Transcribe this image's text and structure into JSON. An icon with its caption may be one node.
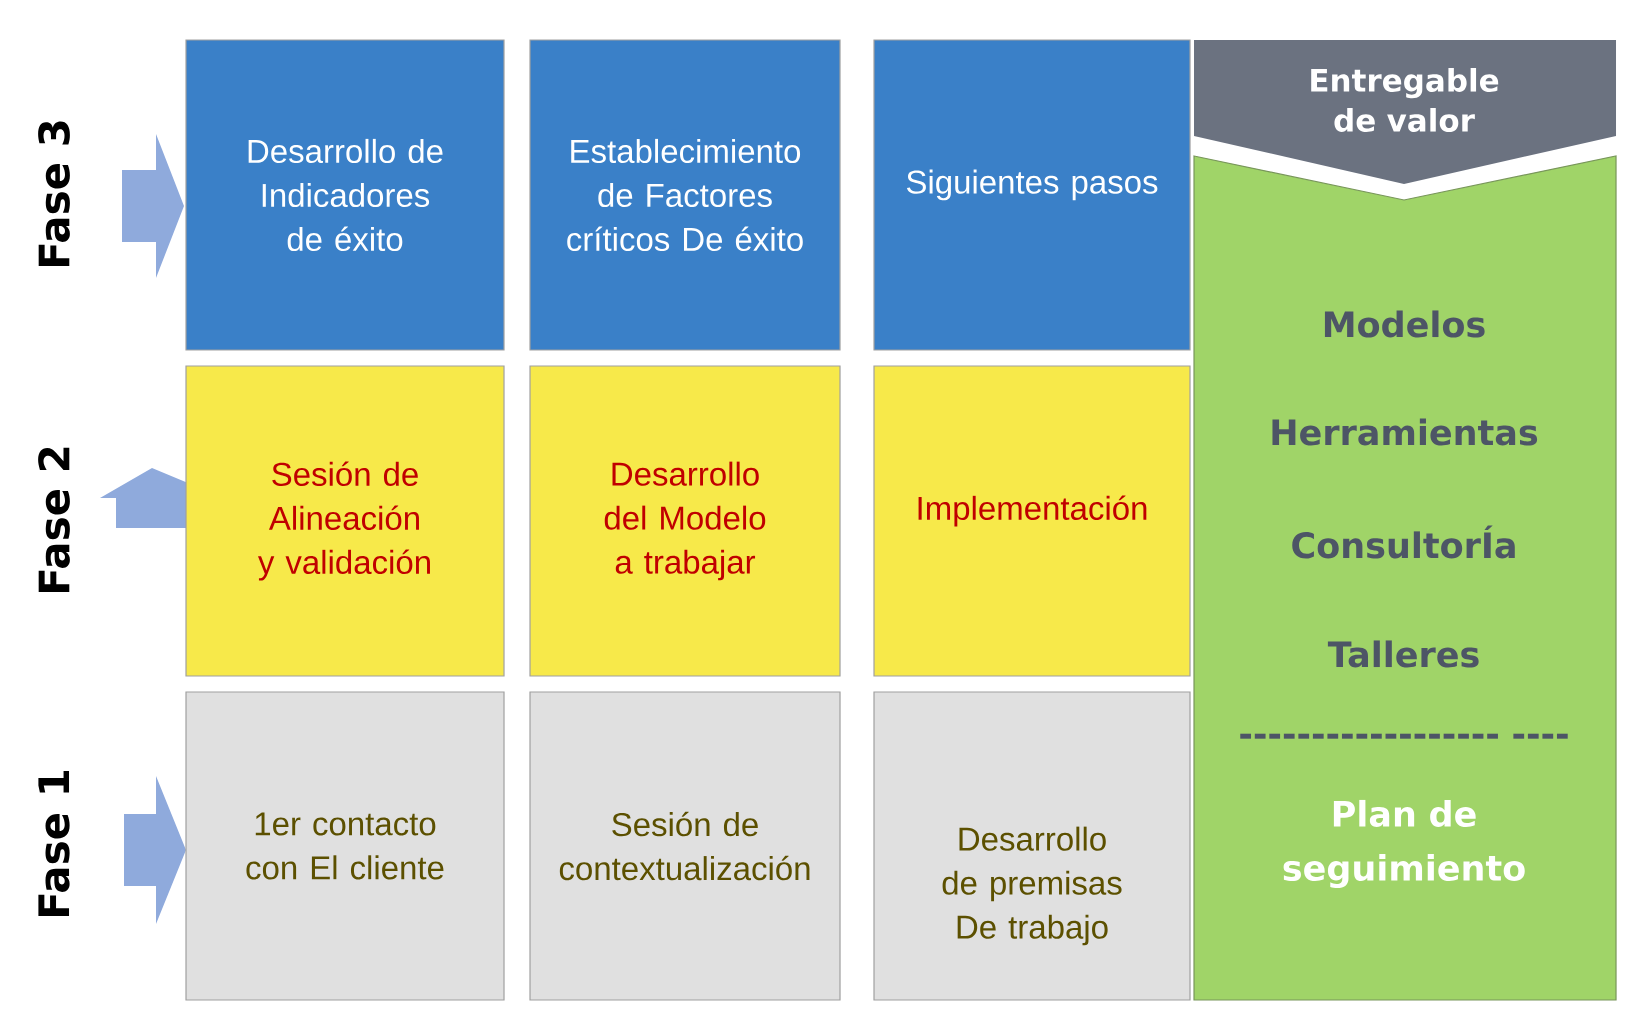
{
  "diagram": {
    "nodes": [
      {
        "text": [
          "Desarrollo de Indicadores de éxito"
        ]
      },
      {
        "text": [
          "Establecimiento de Factores críticos De éxito"
        ]
      },
      {
        "text": [
          "Siguientes pasos"
        ]
      },
      {
        "text": [
          "Entregable de valor"
        ]
      },
      {
        "text": [
          "Modelos",
          "Herramientas",
          "ConsultorÍa",
          "Talleres",
          "------------------ ----",
          "Plan de seguimiento"
        ]
      },
      {
        "text": [
          "Sesión de Alineación y validación"
        ]
      },
      {
        "text": [
          "Desarrollo del Modelo a trabajar"
        ]
      },
      {
        "text": [
          "Implementación"
        ]
      },
      {
        "text": [
          "1er contacto con El cliente"
        ]
      },
      {
        "text": [
          "Sesión de contextualización"
        ]
      },
      {
        "text": [
          "Desarrollo de premisas De trabajo"
        ]
      }
    ],
    "edges": [],
    "labels": [
      "Fase 3",
      "Fase 2",
      "Fase 1"
    ]
  }
}
